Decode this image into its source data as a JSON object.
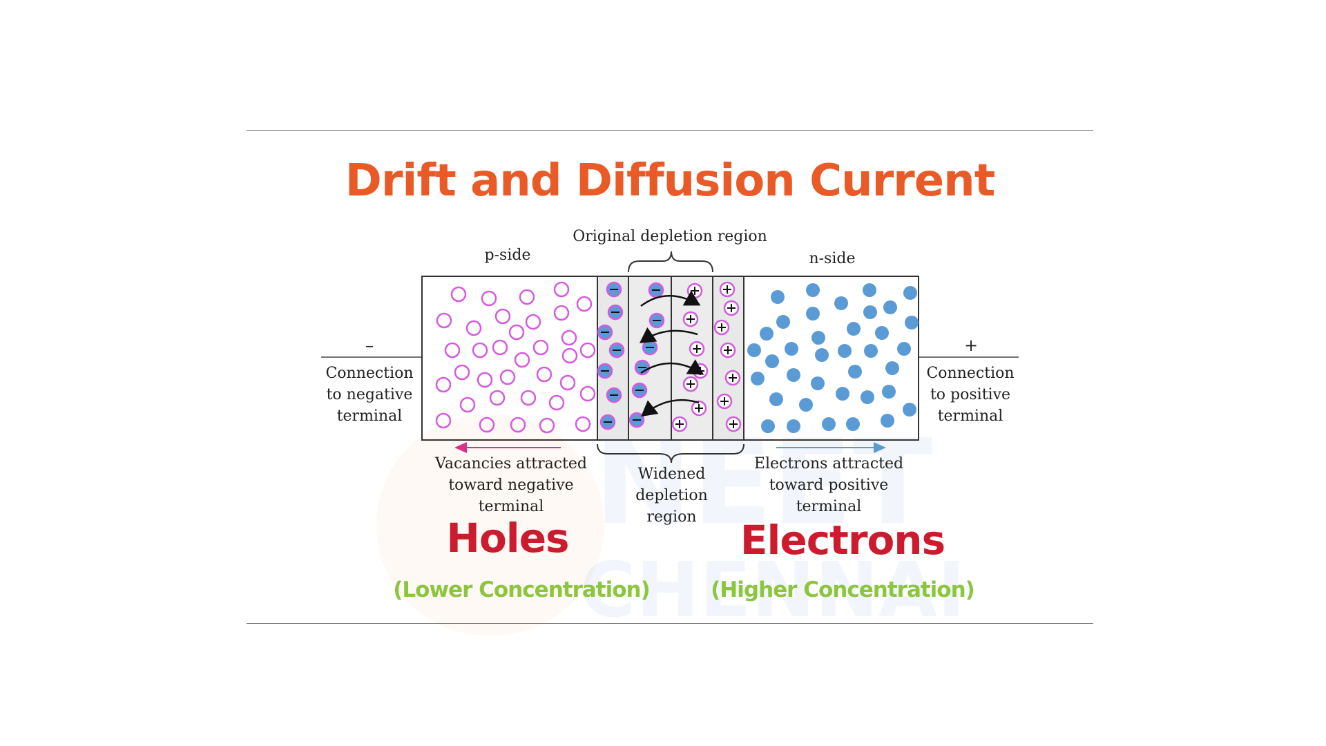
{
  "title": "Drift and Diffusion Current",
  "colors": {
    "title": "#ea5a27",
    "big_label": "#cc1a2e",
    "concentration": "#8cc63f",
    "hole": "#d65adf",
    "electron": "#5b9bd5",
    "depletion_fill": "#e8e8e8",
    "arrow_left": "#d8328a",
    "arrow_right": "#5b9bd5"
  },
  "labels": {
    "original_depletion": "Original depletion region",
    "p_side": "p-side",
    "n_side": "n-side",
    "minus_sign": "–",
    "plus_sign": "+",
    "neg_connection": [
      "Connection",
      "to negative",
      "terminal"
    ],
    "pos_connection": [
      "Connection",
      "to positive",
      "terminal"
    ],
    "vacancies": [
      "Vacancies attracted",
      "toward negative",
      "terminal"
    ],
    "widened": [
      "Widened",
      "depletion",
      "region"
    ],
    "electrons_attracted": [
      "Electrons attracted",
      "toward positive",
      "terminal"
    ]
  },
  "bottom": {
    "holes": "Holes",
    "holes_conc": "(Lower Concentration)",
    "electrons": "Electrons",
    "electrons_conc": "(Higher Concentration)"
  },
  "watermark": [
    "NEET",
    "CHENNAI"
  ]
}
